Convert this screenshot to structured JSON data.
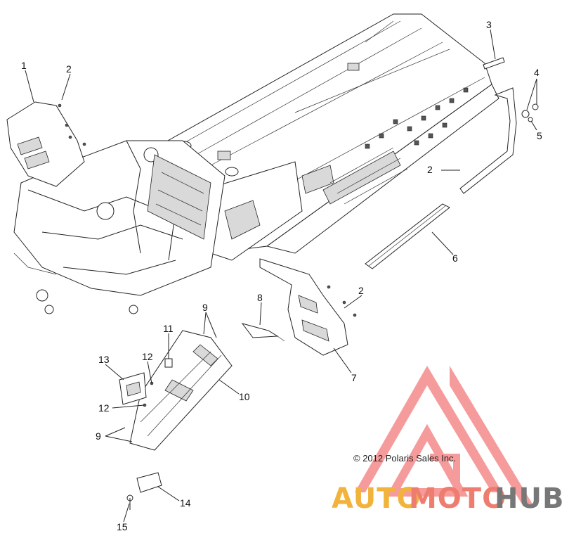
{
  "callouts": {
    "c1": "1",
    "c2a": "2",
    "c3": "3",
    "c4": "4",
    "c5": "5",
    "c2b": "2",
    "c6": "6",
    "c2c": "2",
    "c7": "7",
    "c8": "8",
    "c9a": "9",
    "c11": "11",
    "c12a": "12",
    "c13": "13",
    "c10": "10",
    "c12b": "12",
    "c9b": "9",
    "c14": "14",
    "c15": "15"
  },
  "copyright": "© 2012 Polaris Sales Inc.",
  "watermark": {
    "part1": "AUTO",
    "part2": "MOTO",
    "part3": "HUB",
    "colors": {
      "auto": "#f2b33d",
      "moto": "#ef7d6f",
      "hub": "#777777",
      "logo": "#f47a7a"
    }
  }
}
